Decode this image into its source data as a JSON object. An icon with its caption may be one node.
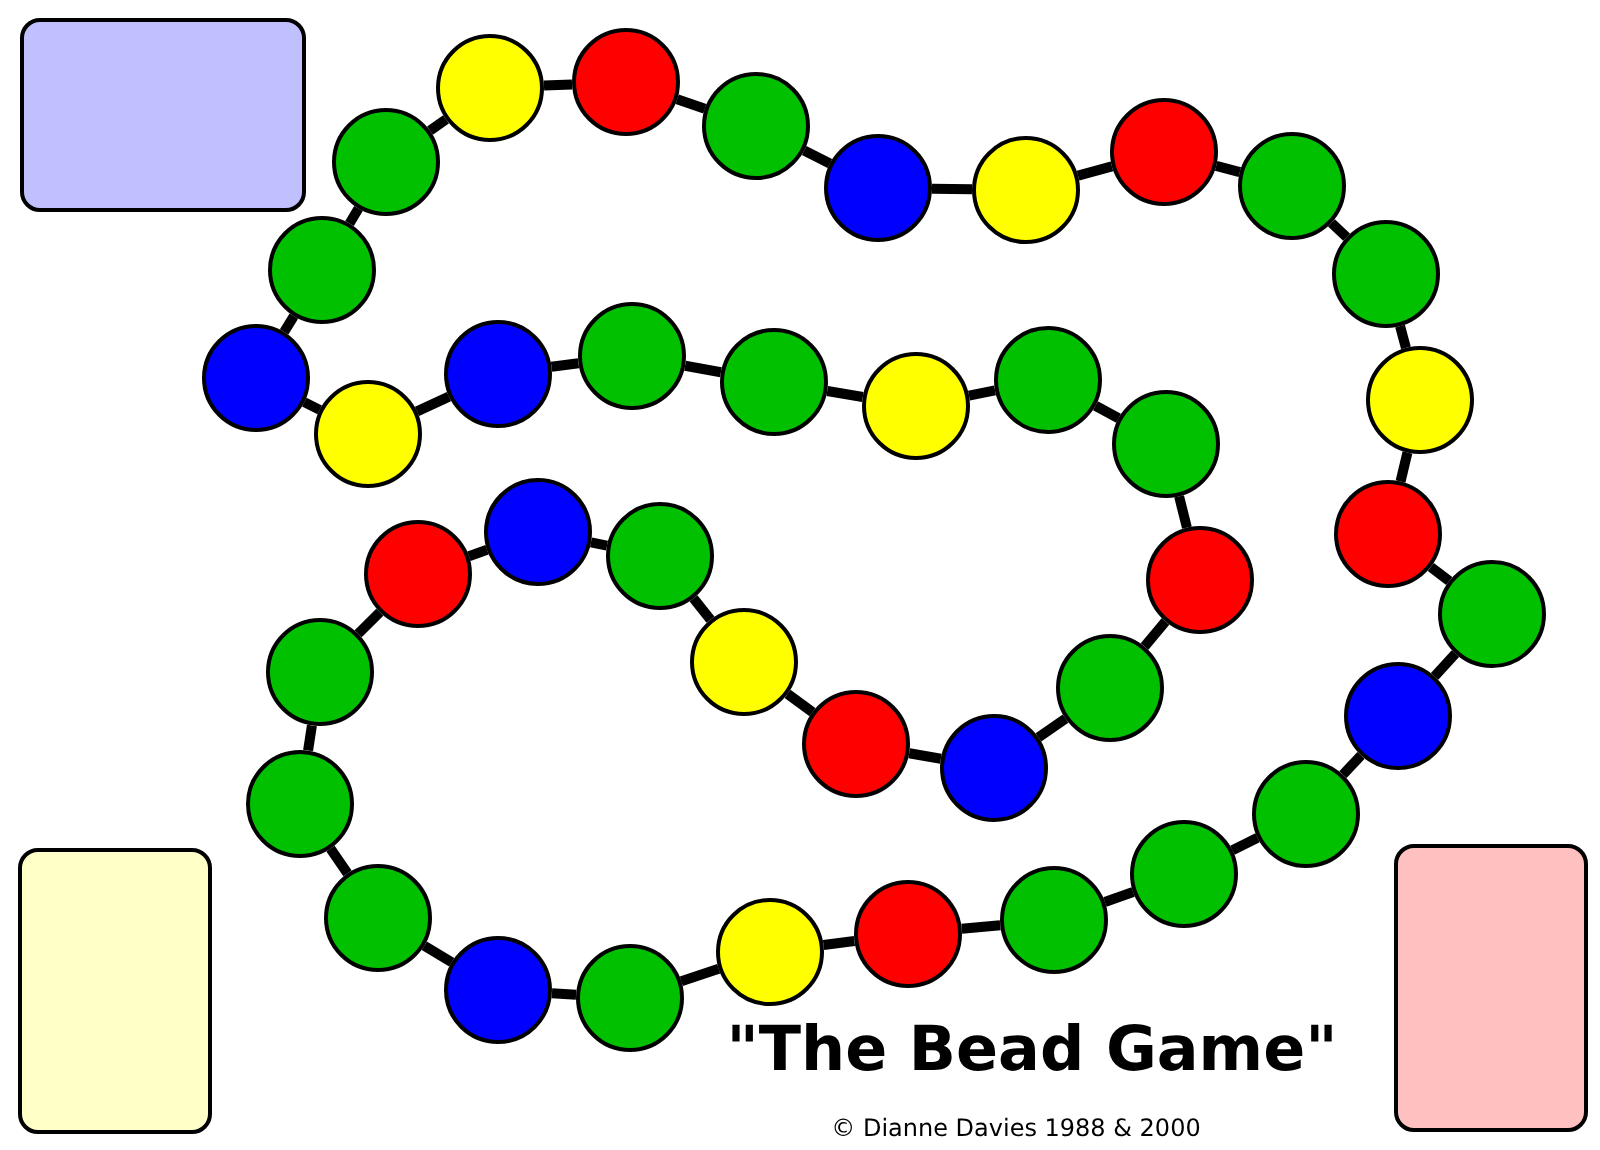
{
  "diagram": {
    "title": "\"The Bead Game\"",
    "nodes": [
      {
        "text": [],
        "shape": "circle"
      },
      {
        "text": [],
        "shape": "circle"
      },
      {
        "text": [],
        "shape": "circle"
      },
      {
        "text": [],
        "shape": "circle"
      },
      {
        "text": [],
        "shape": "circle"
      },
      {
        "text": [],
        "shape": "circle"
      },
      {
        "text": [],
        "shape": "circle"
      },
      {
        "text": [],
        "shape": "circle"
      },
      {
        "text": [],
        "shape": "circle"
      },
      {
        "text": [],
        "shape": "circle"
      },
      {
        "text": [],
        "shape": "circle"
      },
      {
        "text": [],
        "shape": "circle"
      },
      {
        "text": [],
        "shape": "circle"
      },
      {
        "text": [],
        "shape": "circle"
      },
      {
        "text": [],
        "shape": "circle"
      },
      {
        "text": [],
        "shape": "circle"
      },
      {
        "text": [],
        "shape": "circle"
      },
      {
        "text": [],
        "shape": "circle"
      },
      {
        "text": [],
        "shape": "circle"
      },
      {
        "text": [],
        "shape": "circle"
      },
      {
        "text": [],
        "shape": "circle"
      },
      {
        "text": [],
        "shape": "circle"
      },
      {
        "text": [],
        "shape": "circle"
      },
      {
        "text": [],
        "shape": "circle"
      },
      {
        "text": [],
        "shape": "circle"
      },
      {
        "text": [],
        "shape": "circle"
      },
      {
        "text": [],
        "shape": "circle"
      },
      {
        "text": [],
        "shape": "circle"
      },
      {
        "text": [],
        "shape": "circle"
      },
      {
        "text": [],
        "shape": "circle"
      },
      {
        "text": [],
        "shape": "circle"
      },
      {
        "text": [],
        "shape": "circle"
      },
      {
        "text": [],
        "shape": "circle"
      },
      {
        "text": [],
        "shape": "circle"
      },
      {
        "text": [],
        "shape": "circle"
      },
      {
        "text": [],
        "shape": "circle"
      },
      {
        "text": [],
        "shape": "circle"
      },
      {
        "text": [],
        "shape": "circle"
      },
      {
        "text": [],
        "shape": "circle"
      },
      {
        "text": [],
        "shape": "circle"
      },
      {
        "text": [],
        "shape": "box"
      },
      {
        "text": [],
        "shape": "box"
      },
      {
        "text": [],
        "shape": "box"
      }
    ],
    "edges": [
      {
        "from": 0,
        "to": 1,
        "arrow": "none"
      },
      {
        "from": 1,
        "to": 2,
        "arrow": "none"
      },
      {
        "from": 2,
        "to": 3,
        "arrow": "none"
      },
      {
        "from": 3,
        "to": 4,
        "arrow": "none"
      },
      {
        "from": 4,
        "to": 5,
        "arrow": "none"
      },
      {
        "from": 5,
        "to": 6,
        "arrow": "none"
      },
      {
        "from": 6,
        "to": 7,
        "arrow": "none"
      },
      {
        "from": 7,
        "to": 8,
        "arrow": "none"
      },
      {
        "from": 8,
        "to": 9,
        "arrow": "none"
      },
      {
        "from": 9,
        "to": 10,
        "arrow": "none"
      },
      {
        "from": 10,
        "to": 11,
        "arrow": "none"
      },
      {
        "from": 11,
        "to": 12,
        "arrow": "none"
      },
      {
        "from": 12,
        "to": 13,
        "arrow": "none"
      },
      {
        "from": 13,
        "to": 14,
        "arrow": "none"
      },
      {
        "from": 14,
        "to": 15,
        "arrow": "none"
      },
      {
        "from": 15,
        "to": 16,
        "arrow": "none"
      },
      {
        "from": 16,
        "to": 17,
        "arrow": "none"
      },
      {
        "from": 17,
        "to": 18,
        "arrow": "none"
      },
      {
        "from": 18,
        "to": 19,
        "arrow": "none"
      },
      {
        "from": 19,
        "to": 20,
        "arrow": "none"
      },
      {
        "from": 20,
        "to": 21,
        "arrow": "none"
      },
      {
        "from": 21,
        "to": 22,
        "arrow": "none"
      },
      {
        "from": 22,
        "to": 23,
        "arrow": "none"
      },
      {
        "from": 23,
        "to": 24,
        "arrow": "none"
      },
      {
        "from": 24,
        "to": 25,
        "arrow": "none"
      },
      {
        "from": 25,
        "to": 26,
        "arrow": "none"
      },
      {
        "from": 26,
        "to": 27,
        "arrow": "none"
      },
      {
        "from": 27,
        "to": 28,
        "arrow": "none"
      },
      {
        "from": 28,
        "to": 29,
        "arrow": "none"
      },
      {
        "from": 29,
        "to": 30,
        "arrow": "none"
      },
      {
        "from": 30,
        "to": 31,
        "arrow": "none"
      },
      {
        "from": 31,
        "to": 32,
        "arrow": "none"
      },
      {
        "from": 32,
        "to": 33,
        "arrow": "none"
      },
      {
        "from": 33,
        "to": 34,
        "arrow": "none"
      },
      {
        "from": 34,
        "to": 35,
        "arrow": "none"
      },
      {
        "from": 35,
        "to": 36,
        "arrow": "none"
      },
      {
        "from": 36,
        "to": 37,
        "arrow": "none"
      },
      {
        "from": 37,
        "to": 38,
        "arrow": "none"
      },
      {
        "from": 38,
        "to": 39,
        "arrow": "none"
      },
      {
        "from": 39,
        "to": 0,
        "arrow": "none"
      }
    ],
    "labels": [
      "© Dianne Davies 1988 & 2000"
    ]
  }
}
